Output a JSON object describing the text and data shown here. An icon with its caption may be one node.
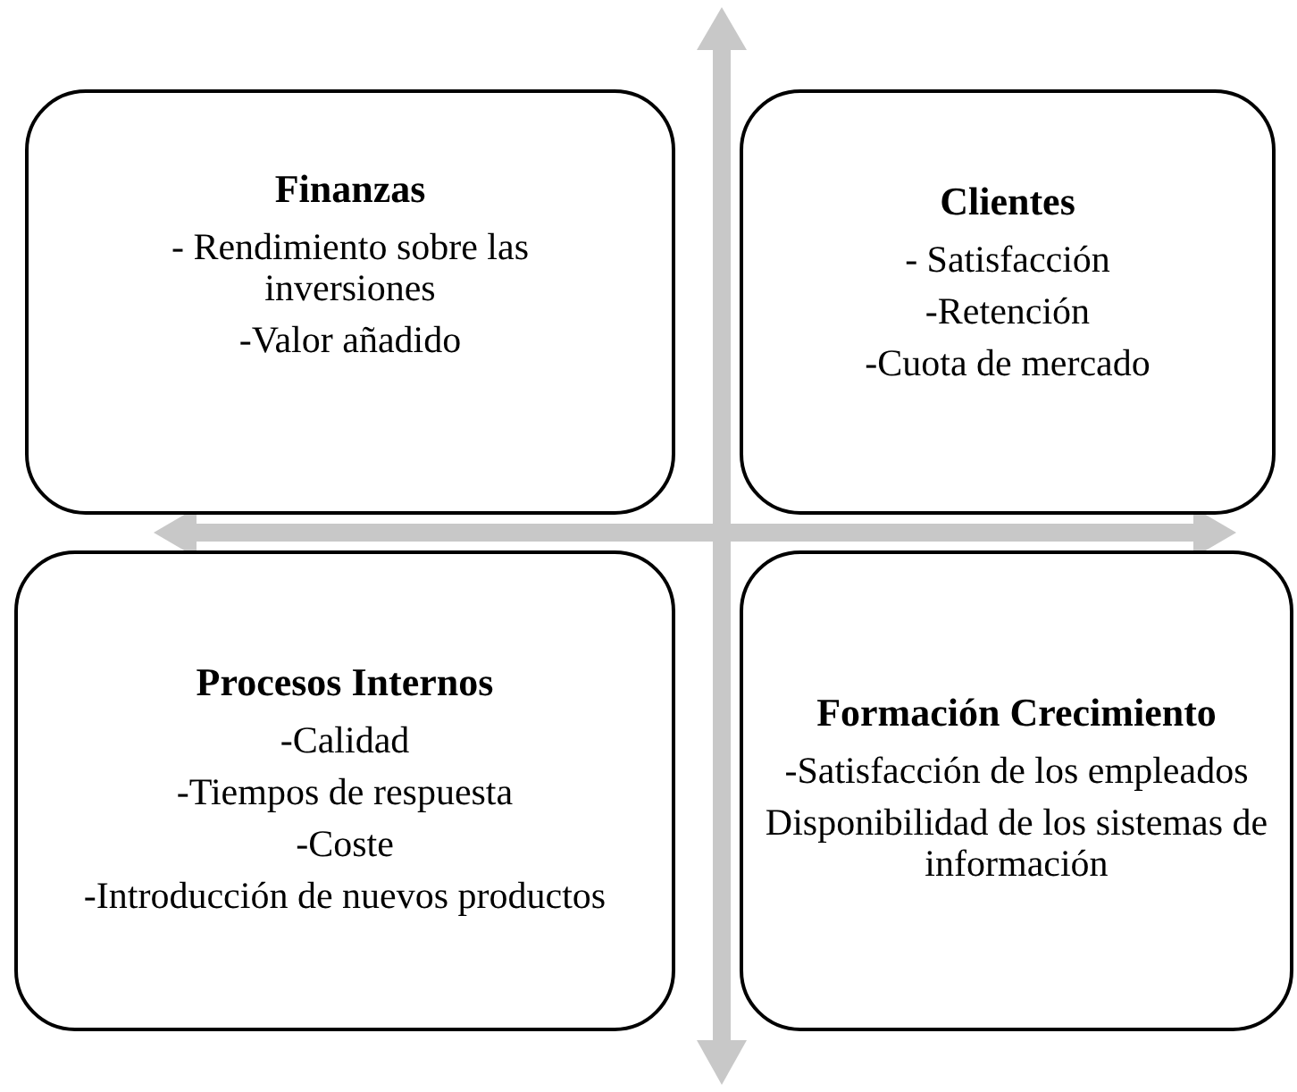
{
  "diagram": {
    "nodes": [
      {
        "text": [
          "Finanzas",
          "- Rendimiento sobre las inversiones",
          "-Valor añadido"
        ]
      },
      {
        "text": [
          "Clientes",
          "- Satisfacción",
          "-Retención",
          "-Cuota de mercado"
        ]
      },
      {
        "text": [
          "Procesos Internos",
          "-Calidad",
          "-Tiempos de respuesta",
          "-Coste",
          "-Introducción de nuevos productos"
        ]
      },
      {
        "text": [
          "Formación Crecimiento",
          "-Satisfacción de los empleados",
          "Disponibilidad de los sistemas de información"
        ]
      }
    ]
  }
}
